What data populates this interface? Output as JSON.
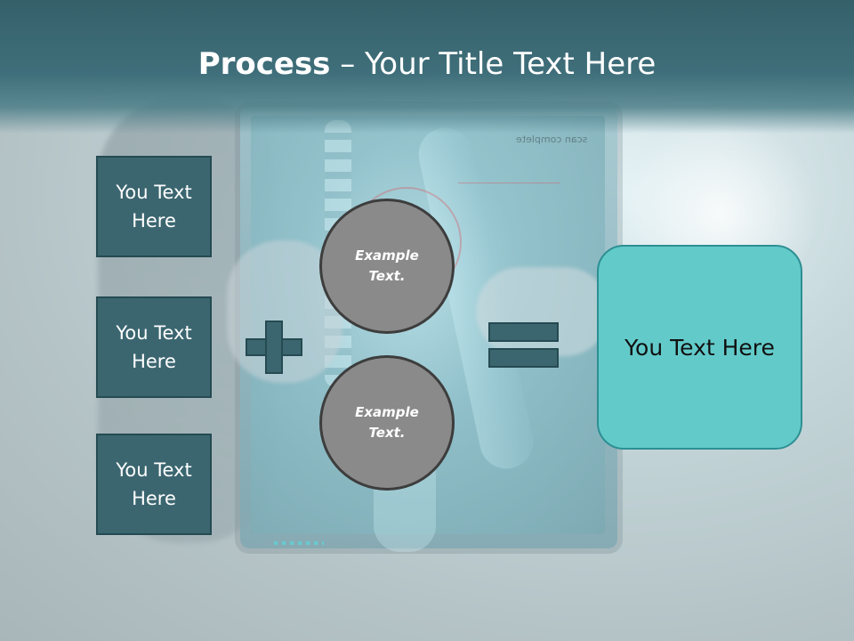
{
  "title": {
    "bold": "Process",
    "rest": " – Your Title Text Here"
  },
  "left_boxes": [
    {
      "label": "You Text Here"
    },
    {
      "label": "You Text Here"
    },
    {
      "label": "You Text Here"
    }
  ],
  "circles": [
    {
      "label": "Example Text."
    },
    {
      "label": "Example Text."
    }
  ],
  "result": {
    "label": "You Text Here"
  },
  "background": {
    "mirrored_text": "scan complete"
  },
  "colors": {
    "title_band": "#35606a",
    "box_fill": "#3b6670",
    "circle_fill": "#8a8a8a",
    "result_fill": "#62cbca"
  }
}
